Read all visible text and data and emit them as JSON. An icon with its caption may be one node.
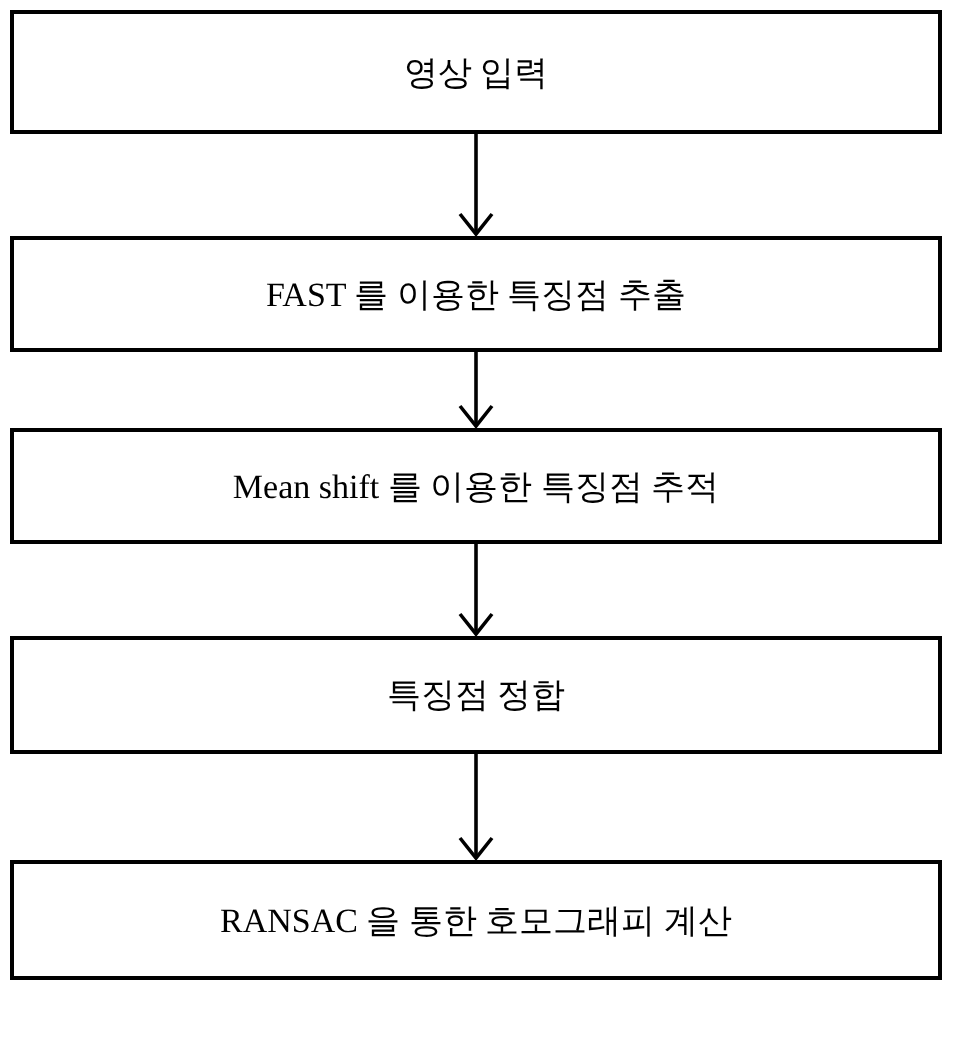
{
  "diagram": {
    "nodes": [
      {
        "text": [
          "영상 입력"
        ]
      },
      {
        "text": [
          "FAST 를 이용한 특징점 추출"
        ]
      },
      {
        "text": [
          "Mean shift 를 이용한 특징점 추적"
        ]
      },
      {
        "text": [
          "특징점 정합"
        ]
      },
      {
        "text": [
          "RANSAC 을 통한 호모그래피 계산"
        ]
      }
    ],
    "edges": [
      {
        "from": 0,
        "to": 1,
        "arrow": "to"
      },
      {
        "from": 1,
        "to": 2,
        "arrow": "to"
      },
      {
        "from": 2,
        "to": 3,
        "arrow": "to"
      },
      {
        "from": 3,
        "to": 4,
        "arrow": "to"
      }
    ]
  }
}
